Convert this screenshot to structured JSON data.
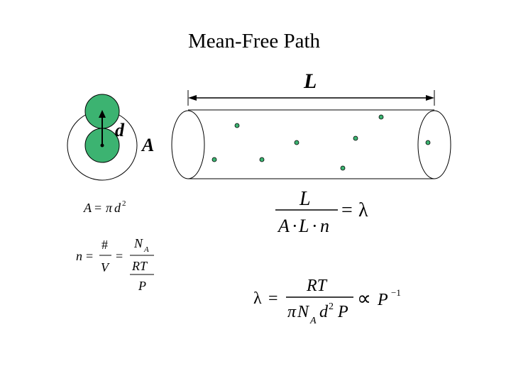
{
  "title": "Mean-Free Path",
  "labels": {
    "length": "L",
    "diameter": "d",
    "area": "A"
  },
  "equations": {
    "area_lhs": "A",
    "area_eq": "=",
    "area_pi": "π",
    "area_d": "d",
    "area_exp": "2",
    "mfp_num": "L",
    "mfp_den_a": "A",
    "mfp_den_dot1": "·",
    "mfp_den_l": "L",
    "mfp_den_dot2": "·",
    "mfp_den_n": "n",
    "mfp_eq": "=",
    "mfp_lambda": "λ",
    "n_lhs": "n",
    "n_eq1": "=",
    "n_hash": "#",
    "n_v": "V",
    "n_eq2": "=",
    "n_na": "N",
    "n_na_sub": "A",
    "n_rt": "RT",
    "n_p": "P",
    "final_lambda": "λ",
    "final_eq": "=",
    "final_rt": "RT",
    "final_pi": "π",
    "final_n": "N",
    "final_n_sub": "A",
    "final_d": "d",
    "final_d_exp": "2",
    "final_p": "P",
    "final_prop": "∝",
    "final_pp": "P",
    "final_pp_exp": "−1"
  }
}
